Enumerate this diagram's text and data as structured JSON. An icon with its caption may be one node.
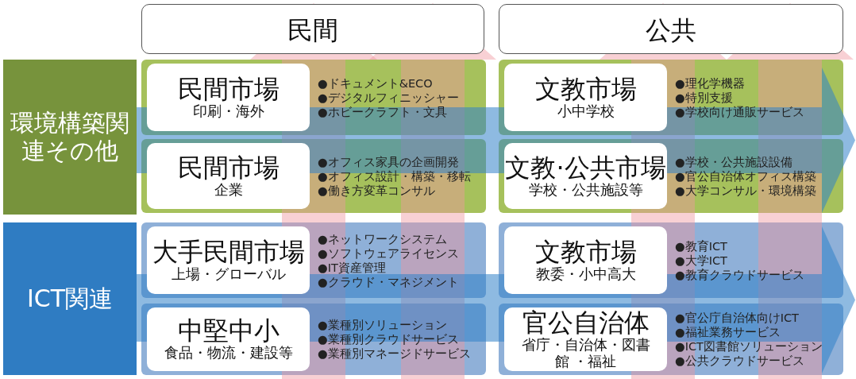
{
  "diagram": {
    "nodes": [
      {
        "text": [
          "民間"
        ]
      },
      {
        "text": [
          "公共"
        ]
      },
      {
        "text": [
          "環境構築関連その他"
        ]
      },
      {
        "text": [
          "ICT関連"
        ]
      },
      {
        "text": [
          "民間市場",
          "印刷・海外"
        ],
        "beside": [
          "●ドキュメント&ECO",
          "●デジタルフィニッシャー",
          "●ホビークラフト・文具"
        ]
      },
      {
        "text": [
          "文教市場",
          "小中学校"
        ],
        "beside": [
          "●理化学機器",
          "●特別支援",
          "●学校向け通販サービス"
        ]
      },
      {
        "text": [
          "民間市場",
          "企業"
        ],
        "beside": [
          "●オフィス家具の企画開発",
          "●オフィス設計・構築・移転",
          "●働き方変革コンサル"
        ]
      },
      {
        "text": [
          "文教·公共市場",
          "学校・公共施設等"
        ],
        "beside": [
          "●学校・公共施設設備",
          "●官公自治体オフィス構築",
          "●大学コンサル・環境構築"
        ]
      },
      {
        "text": [
          "大手民間市場",
          "上場・グローバル"
        ],
        "beside": [
          "●ネットワークシステム",
          "●ソフトウェアライセンス",
          "●IT資産管理",
          "●クラウド・マネジメント"
        ]
      },
      {
        "text": [
          "文教市場",
          "教委・小中高大"
        ],
        "beside": [
          "●教育ICT",
          "●大学ICT",
          "●教育クラウドサービス"
        ]
      },
      {
        "text": [
          "中堅中小",
          "食品・物流・建設等"
        ],
        "beside": [
          "●業種別ソリューション",
          "●業種別クラウドサービス",
          "●業種別マネージドサービス"
        ]
      },
      {
        "text": [
          "官公自治体",
          "省庁・自治体・図書館 ・福祉"
        ],
        "beside": [
          "●官公庁自治体向けICT",
          "●福祉業務サービス",
          "●ICT図書館ソリューション",
          "●公共クラウドサービス"
        ]
      }
    ]
  }
}
